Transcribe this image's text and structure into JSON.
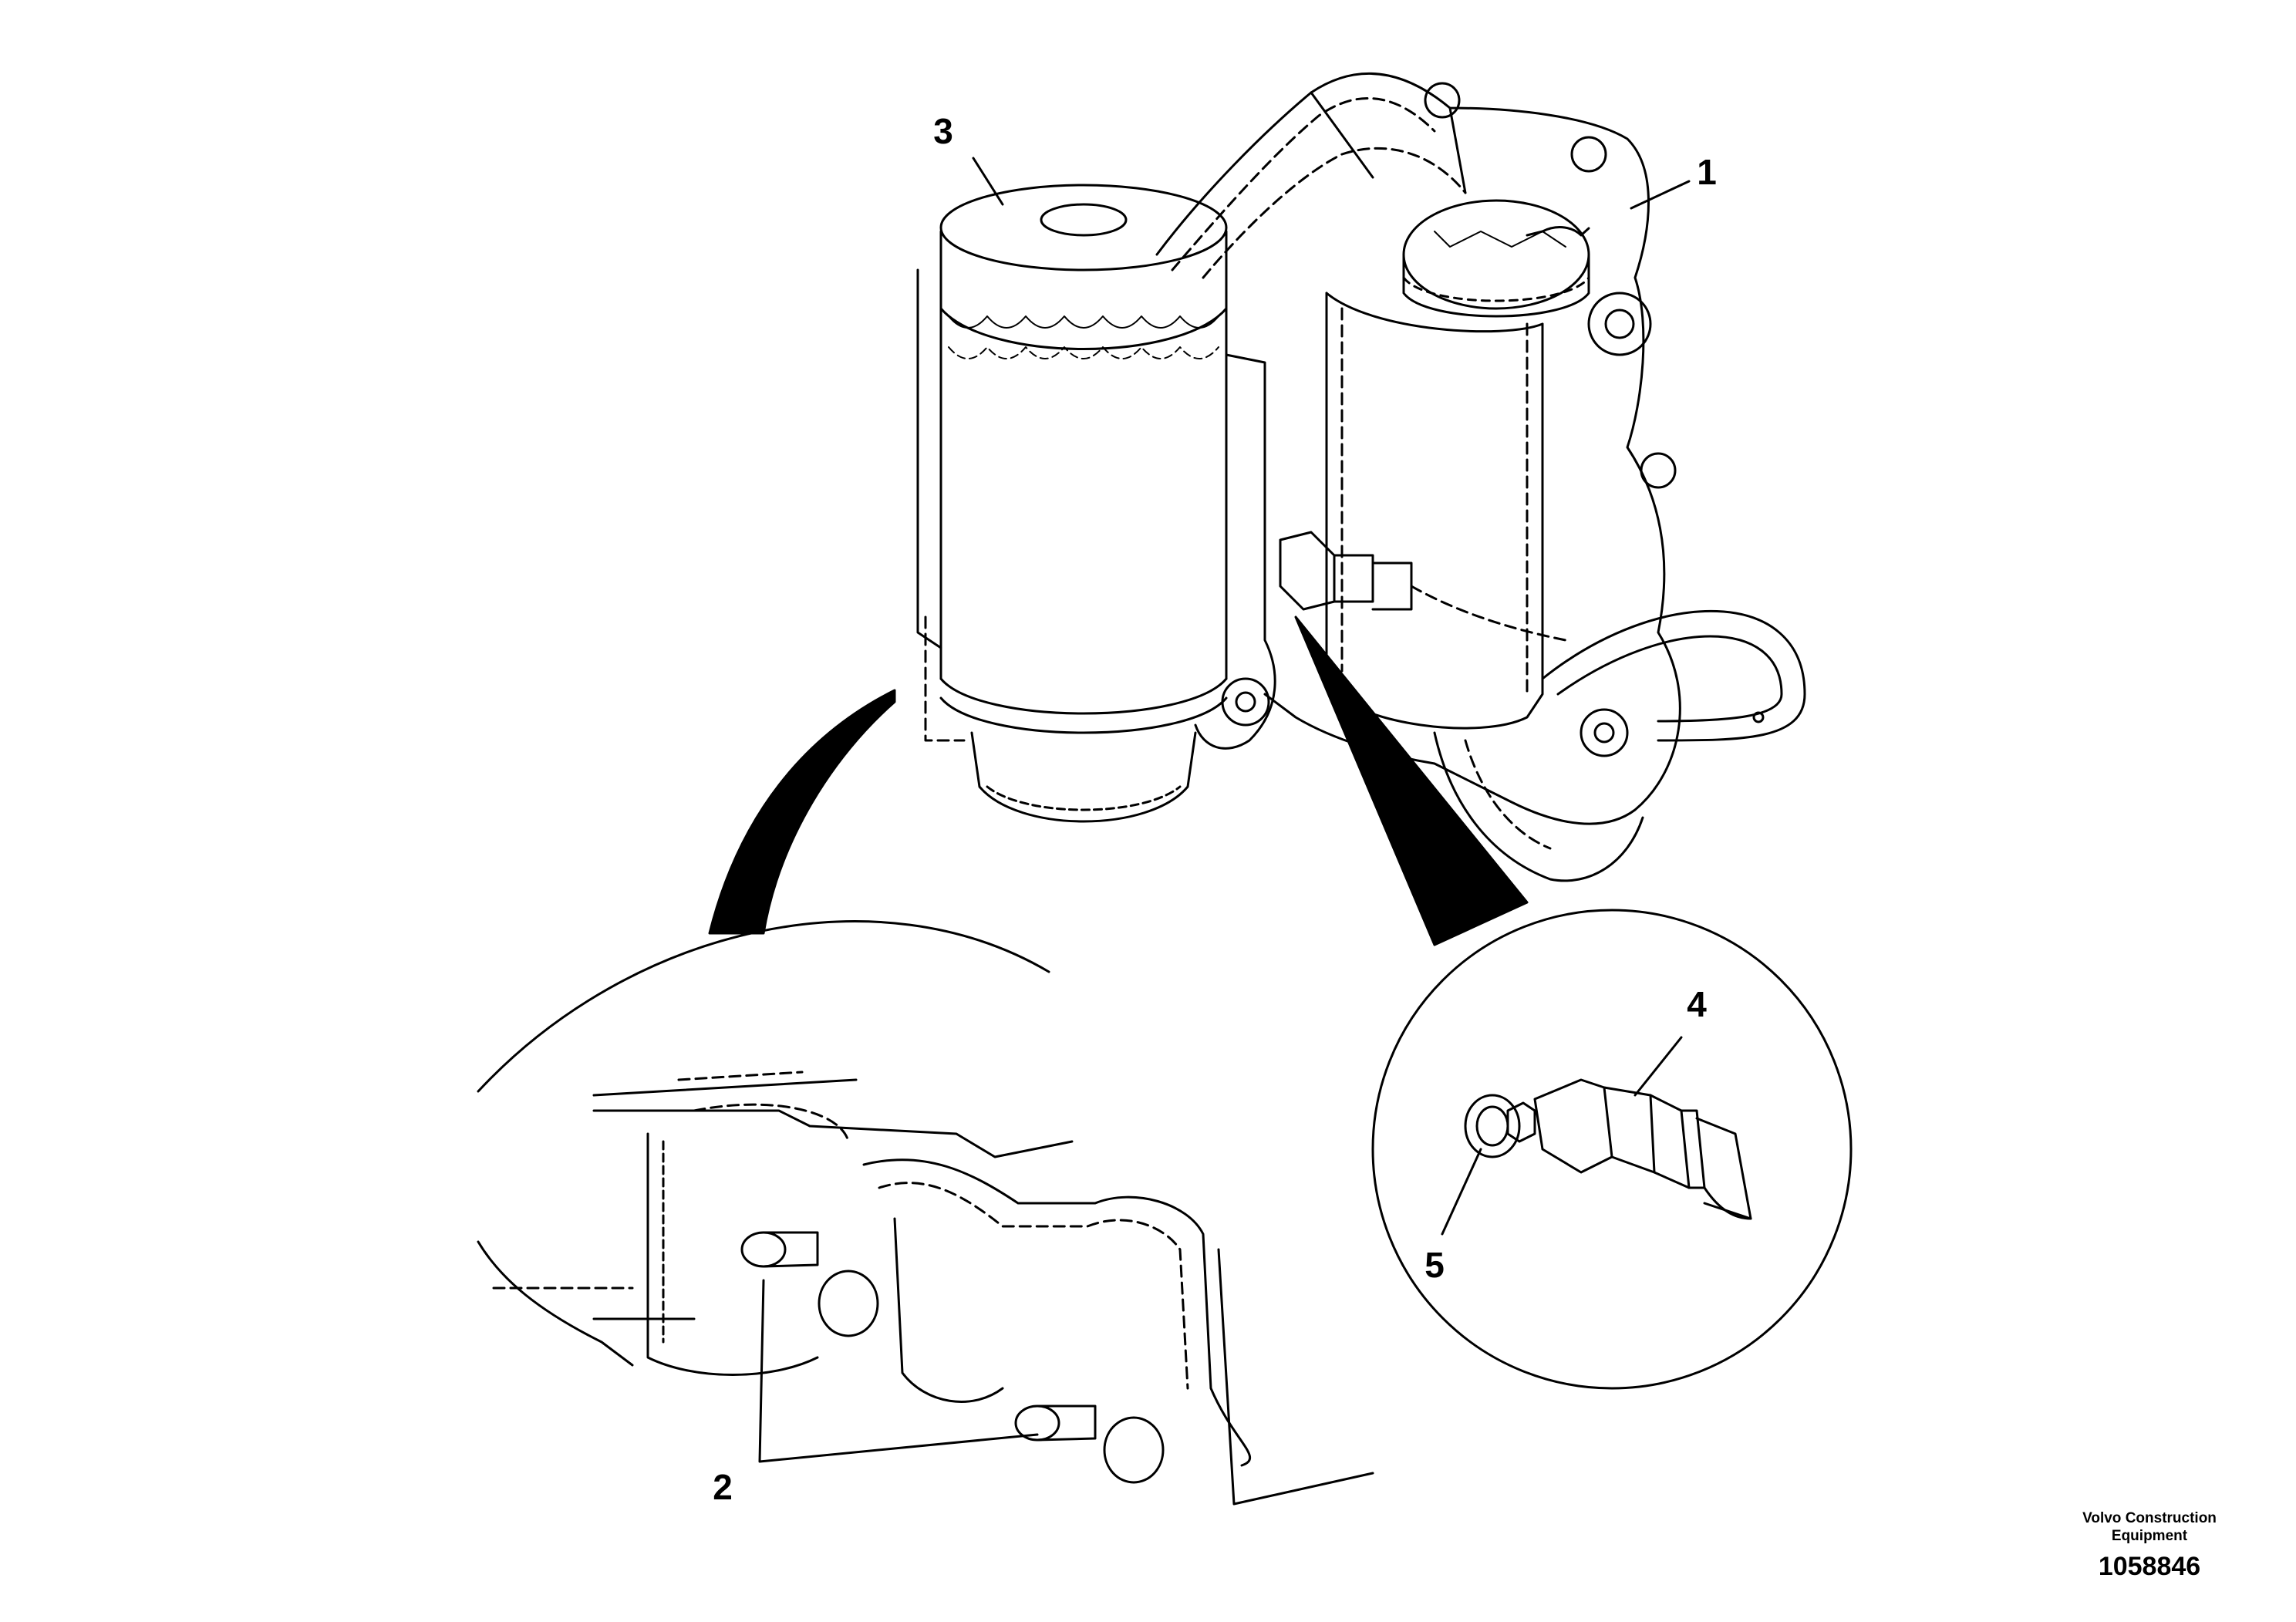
{
  "callouts": [
    {
      "id": "1",
      "label": "1"
    },
    {
      "id": "2",
      "label": "2"
    },
    {
      "id": "3",
      "label": "3"
    },
    {
      "id": "4",
      "label": "4"
    },
    {
      "id": "5",
      "label": "5"
    }
  ],
  "credit": {
    "line1": "Volvo Construction",
    "line2": "Equipment",
    "drawing_number": "1058846"
  }
}
